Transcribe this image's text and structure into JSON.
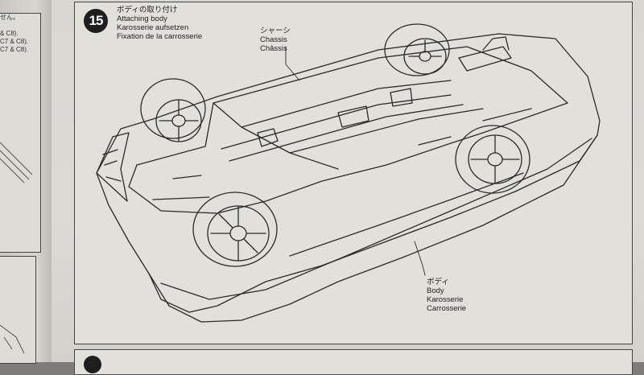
{
  "left_page": {
    "lines": [
      "せん。",
      "& C8).",
      "C7 & C8).",
      "C7 & C8)."
    ]
  },
  "step": {
    "number": "15",
    "title_ja": "ボディの取り付け",
    "title_en": "Attaching body",
    "title_de": "Karosserie aufsetzen",
    "title_fr": "Fixation de la carrosserie"
  },
  "callouts": {
    "chassis": {
      "ja": "シャーシ",
      "en": "Chassis",
      "de": "Chassis",
      "fr": "Châssis"
    },
    "body": {
      "ja": "ボディ",
      "en": "Body",
      "de": "Karosserie",
      "fr": "Carrosserie"
    }
  }
}
